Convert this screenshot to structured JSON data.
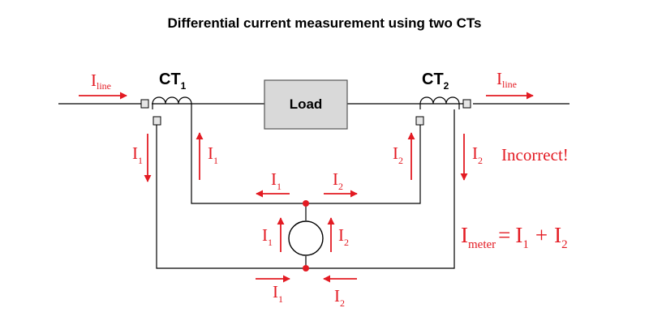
{
  "title": "Differential current measurement using two CTs",
  "load_label": "Load",
  "ct1": {
    "main": "CT",
    "sub": "1"
  },
  "ct2": {
    "main": "CT",
    "sub": "2"
  },
  "line_current": {
    "main": "I",
    "sub": "line"
  },
  "current_1": {
    "main": "I",
    "sub": "1"
  },
  "current_2": {
    "main": "I",
    "sub": "2"
  },
  "verdict": "Incorrect!",
  "equation": {
    "lhs": "I",
    "lhs_sub": "meter",
    "equals": "=",
    "plus": "+"
  },
  "colors": {
    "accent": "#e31b23",
    "load_fill": "#d9d9d9",
    "terminal_fill": "#e6e6e6"
  }
}
